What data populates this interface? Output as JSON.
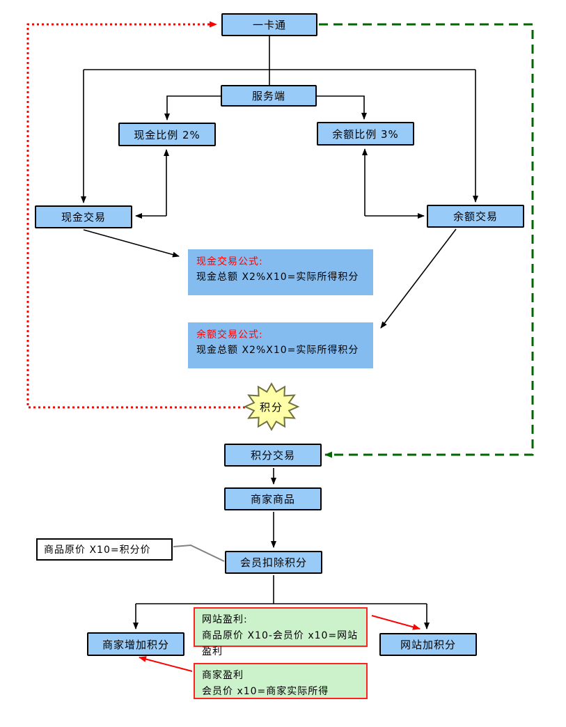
{
  "diagram": {
    "nodes": {
      "yikatong": "一卡通",
      "fuwuduan": "服务端",
      "xianjin_bili": "现金比例 2%",
      "yue_bili": "余额比例 3%",
      "xianjin_jiaoyi": "现金交易",
      "yue_jiaoyi": "余额交易",
      "jifen_star": "积分",
      "jifen_jiaoyi": "积分交易",
      "shangjia_shangpin": "商家商品",
      "huiyuan_kouchu": "会员扣除积分",
      "shangjia_zengjia": "商家增加积分",
      "wangzhan_jia": "网站加积分"
    },
    "notes": {
      "cash_formula_title": "现金交易公式:",
      "cash_formula_body": "现金总额 X2%X10=实际所得积分",
      "balance_formula_title": "余额交易公式:",
      "balance_formula_body": "现金总额 X2%X10=实际所得积分",
      "price_note": "商品原价 X10=积分价",
      "site_profit_title": "网站盈利:",
      "site_profit_body": "商品原价 X10-会员价 x10=网站盈利",
      "merchant_profit_title": "商家盈利",
      "merchant_profit_body": "会员价 x10=商家实际所得"
    },
    "colors": {
      "node_fill": "#99cbf8",
      "formula_note_fill": "#85bcf0",
      "green_note_fill": "#ccf2cc",
      "green_note_border": "#ff2020",
      "star_fill": "#ffffa8",
      "star_border": "#707040",
      "red_line": "#ff0000",
      "green_line": "#006600",
      "black_line": "#000000",
      "red_text": "#ff0000"
    }
  }
}
